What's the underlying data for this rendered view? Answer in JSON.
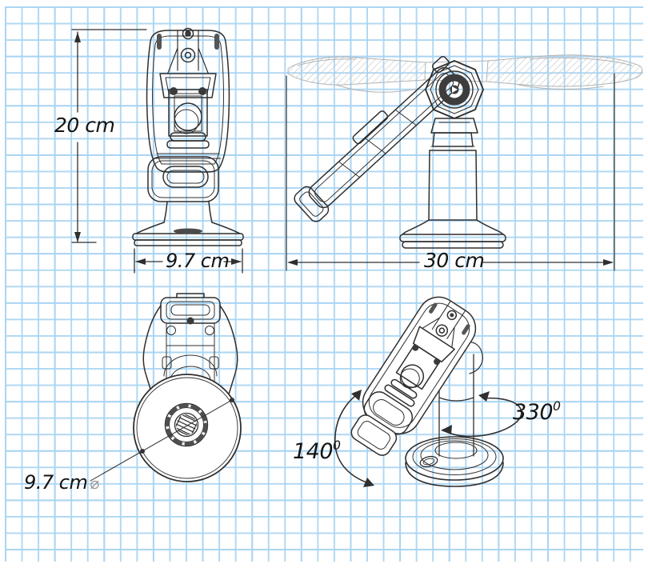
{
  "drawing": {
    "subject": "pos-terminal-tilt-swivel-stand",
    "views": {
      "front": "front-view",
      "side": "side-view-tilt-range",
      "top": "top-view-base",
      "perspective": "perspective-view-rotation"
    }
  },
  "dimensions": {
    "height_label": "20 cm",
    "front_width_label": "9.7 cm",
    "overall_depth_label": "30 cm",
    "base_diameter_label": "9.7 cm",
    "base_diameter_symbol": "⌀"
  },
  "angles": {
    "tilt": {
      "value": "140",
      "degree": "0"
    },
    "swivel": {
      "value": "330",
      "degree": "0"
    }
  },
  "colors": {
    "grid": "#a8d4f2",
    "line": "#2f2f2f",
    "ghost": "#b3b3b3",
    "text": "#141414"
  }
}
